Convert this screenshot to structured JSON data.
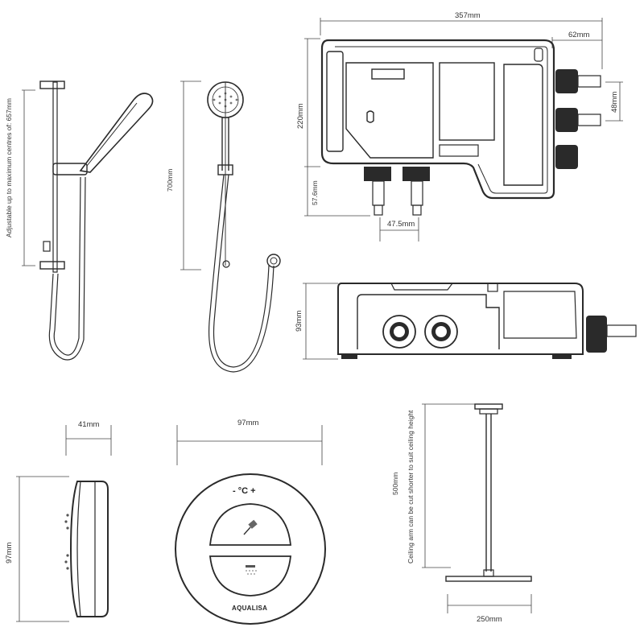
{
  "dimensions": {
    "rail_adjust_note": "Adjustable up to maximum centres of: 657mm",
    "head_height": "700mm",
    "unit_width": "357mm",
    "unit_side_offset": "62mm",
    "unit_height": "220mm",
    "outlet_spacing": "48mm",
    "inlet_height": "57.6mm",
    "inlet_spacing": "47.5mm",
    "unit_depth": "93mm",
    "control_depth": "41mm",
    "control_diameter": "97mm",
    "control_height": "97mm",
    "ceiling_arm_length": "500mm",
    "ceiling_arm_note": "Ceiling arm can be cut shorter to suit ceiling height",
    "rain_head_width": "250mm"
  },
  "controller": {
    "temp_label": "- °C +",
    "brand": "AQUALISA"
  },
  "icons": {
    "handset": "shower-handset-icon",
    "overhead": "overhead-shower-icon"
  }
}
